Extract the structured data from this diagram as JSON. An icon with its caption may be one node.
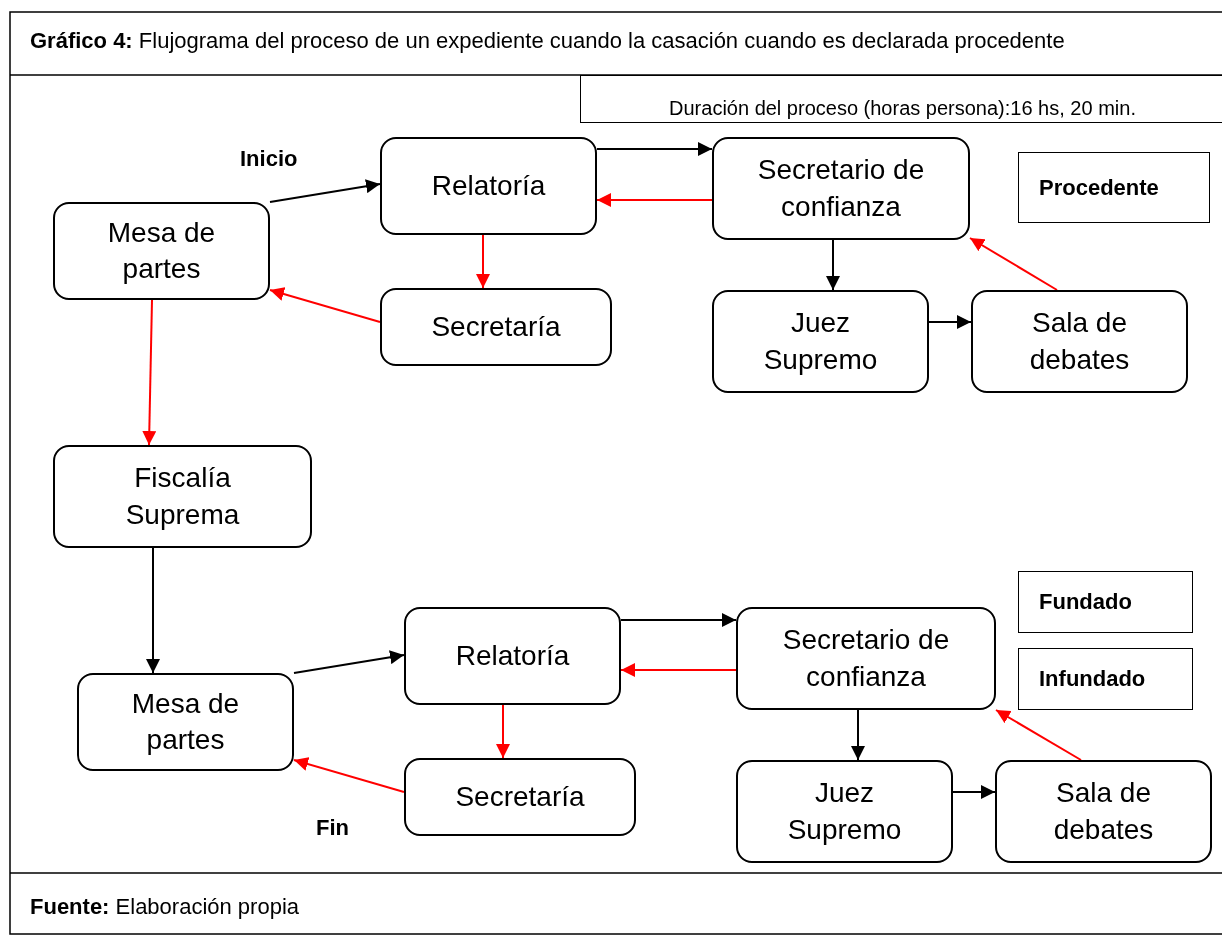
{
  "diagram": {
    "title": "**Gráfico 4:** Flujograma del proceso de un expediente cuando la casación cuando es declarada procedente",
    "caption": "**Fuente:** Elaboración propia",
    "nodes": [
      {
        "text": [
          "Duración del proceso (horas persona):16 hs, 20 min."
        ]
      },
      {
        "text": [
          "Mesa de partes"
        ]
      },
      {
        "text": [
          "Relatoría"
        ]
      },
      {
        "text": [
          "Secretario de confianza"
        ]
      },
      {
        "text": [
          "Procedente"
        ]
      },
      {
        "text": [
          "Secretaría"
        ]
      },
      {
        "text": [
          "Juez Supremo"
        ]
      },
      {
        "text": [
          "Sala de debates"
        ]
      },
      {
        "text": [
          "Fiscalía Suprema"
        ]
      },
      {
        "text": [
          "Mesa de partes"
        ]
      },
      {
        "text": [
          "Relatoría"
        ]
      },
      {
        "text": [
          "Secretario de confianza"
        ]
      },
      {
        "text": [
          "Fundado"
        ]
      },
      {
        "text": [
          "Infundado"
        ]
      },
      {
        "text": [
          "Secretaría"
        ]
      },
      {
        "text": [
          "Juez Supremo"
        ]
      },
      {
        "text": [
          "Sala de debates"
        ]
      }
    ],
    "edges": [
      {
        "from": 1,
        "to": 2,
        "arrow": "to"
      },
      {
        "from": 2,
        "to": 3,
        "arrow": "to"
      },
      {
        "from": 3,
        "to": 2,
        "arrow": "to",
        "color": "#ff0000"
      },
      {
        "from": 2,
        "to": 5,
        "arrow": "to",
        "color": "#ff0000"
      },
      {
        "from": 5,
        "to": 1,
        "arrow": "to",
        "color": "#ff0000"
      },
      {
        "from": 3,
        "to": 6,
        "arrow": "to"
      },
      {
        "from": 6,
        "to": 7,
        "arrow": "to"
      },
      {
        "from": 7,
        "to": 3,
        "arrow": "to",
        "color": "#ff0000"
      },
      {
        "from": 1,
        "to": 8,
        "arrow": "to",
        "color": "#ff0000"
      },
      {
        "from": 8,
        "to": 9,
        "arrow": "to"
      },
      {
        "from": 9,
        "to": 10,
        "arrow": "to"
      },
      {
        "from": 10,
        "to": 11,
        "arrow": "to"
      },
      {
        "from": 11,
        "to": 10,
        "arrow": "to",
        "color": "#ff0000"
      },
      {
        "from": 10,
        "to": 14,
        "arrow": "to",
        "color": "#ff0000"
      },
      {
        "from": 14,
        "to": 9,
        "arrow": "to",
        "color": "#ff0000"
      },
      {
        "from": 11,
        "to": 15,
        "arrow": "to"
      },
      {
        "from": 15,
        "to": 16,
        "arrow": "to"
      },
      {
        "from": 16,
        "to": 11,
        "arrow": "to",
        "color": "#ff0000"
      }
    ],
    "labels": [
      "Inicio",
      "Fin"
    ]
  }
}
